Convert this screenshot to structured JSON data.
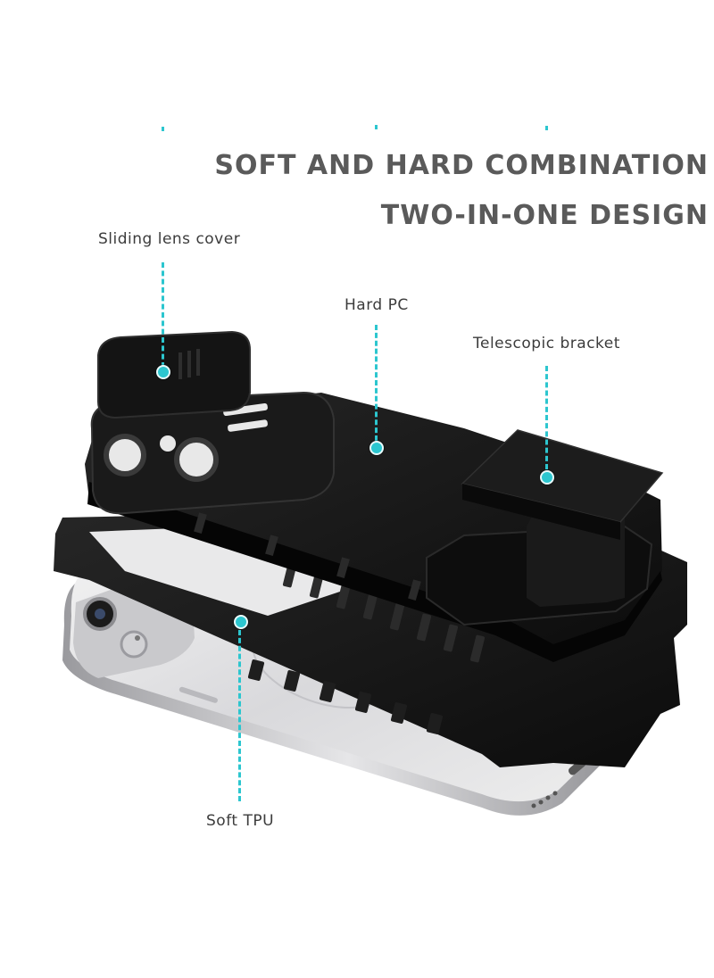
{
  "headline": {
    "line1": "SOFT AND HARD COMBINATION",
    "line2": "TWO-IN-ONE DESIGN"
  },
  "callouts": {
    "lens_cover": "Sliding lens cover",
    "hard_pc": "Hard PC",
    "bracket": "Telescopic bracket",
    "soft_tpu": "Soft TPU"
  },
  "colors": {
    "accent": "#2cc6cf",
    "headline": "#5a5a5a",
    "case": "#111111"
  }
}
